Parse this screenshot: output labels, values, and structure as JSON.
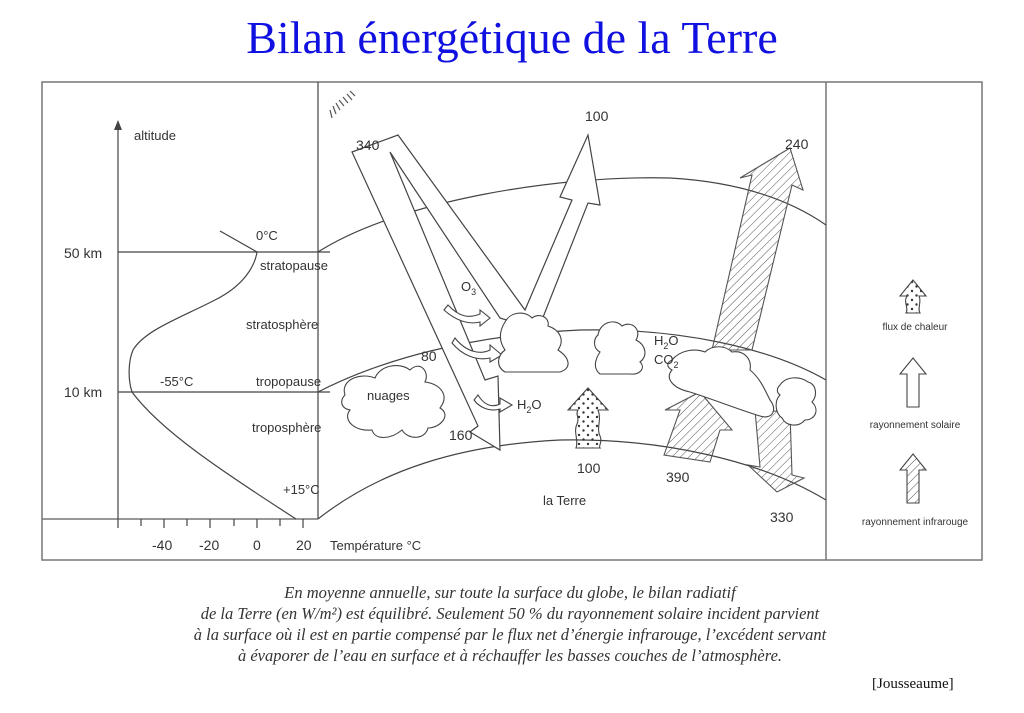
{
  "title": "Bilan énergétique de la Terre",
  "atmosphere_profile": {
    "axis_label": "altitude",
    "altitude_labels": [
      "50 km",
      "10 km"
    ],
    "temperature_axis_label": "Température °C",
    "temperature_ticks": [
      "-40",
      "-20",
      "0",
      "20"
    ],
    "temp_annotations": [
      "0°C",
      "-55°C",
      "+15°C"
    ],
    "layers": [
      "stratopause",
      "stratosphère",
      "tropopause",
      "troposphère"
    ]
  },
  "flows": {
    "incoming_solar": "340",
    "reflected_solar": "100",
    "outgoing_ir": "240",
    "absorbed_atmosphere": "80",
    "absorbed_surface": "160",
    "heat_flux": "100",
    "surface_ir_emitted": "390",
    "back_radiation": "330"
  },
  "labels": {
    "ozone": "O",
    "ozone_sub": "3",
    "water": "H",
    "water_sub": "2",
    "water_tail": "O",
    "co2": "CO",
    "co2_sub": "2",
    "clouds": "nuages",
    "earth": "la Terre"
  },
  "legend": {
    "items": [
      {
        "label": "flux de chaleur",
        "icon": "dotted-wavy-arrow"
      },
      {
        "label": "rayonnement solaire",
        "icon": "hollow-arrow"
      },
      {
        "label": "rayonnement infrarouge",
        "icon": "hatched-arrow"
      }
    ]
  },
  "caption": {
    "lines": [
      "En moyenne annuelle, sur toute la surface du globe, le bilan radiatif",
      "de la Terre (en W/m²) est équilibré. Seulement 50 % du rayonnement solaire incident parvient",
      "à la surface où il est en partie compensé par le flux net d’énergie infrarouge, l’excédent servant",
      "à évaporer de l’eau en surface et à réchauffer les basses couches de l’atmosphère."
    ]
  },
  "source": "[Jousseaume]"
}
